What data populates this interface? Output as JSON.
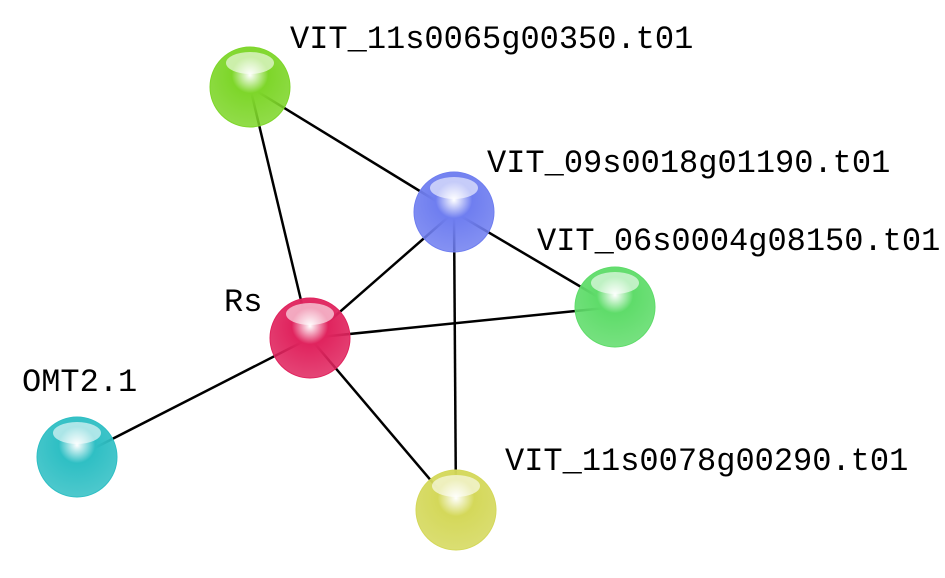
{
  "nodes": [
    {
      "id": "n_green_top",
      "label": "VIT_11s0065g00350.t01",
      "color": "#7ed62a"
    },
    {
      "id": "n_blue",
      "label": "VIT_09s0018g01190.t01",
      "color": "#6f7ef0"
    },
    {
      "id": "n_lightgreen",
      "label": "VIT_06s0004g08150.t01",
      "color": "#5fdc6a"
    },
    {
      "id": "n_rs",
      "label": "Rs",
      "color": "#e0245e"
    },
    {
      "id": "n_omt",
      "label": "OMT2.1",
      "color": "#2fbfc4"
    },
    {
      "id": "n_yellow",
      "label": "VIT_11s0078g00290.t01",
      "color": "#d4d85a"
    }
  ],
  "edges": [
    [
      "n_green_top",
      "n_rs"
    ],
    [
      "n_green_top",
      "n_blue"
    ],
    [
      "n_blue",
      "n_rs"
    ],
    [
      "n_blue",
      "n_lightgreen"
    ],
    [
      "n_blue",
      "n_yellow"
    ],
    [
      "n_rs",
      "n_lightgreen"
    ],
    [
      "n_rs",
      "n_omt"
    ],
    [
      "n_rs",
      "n_yellow"
    ]
  ]
}
